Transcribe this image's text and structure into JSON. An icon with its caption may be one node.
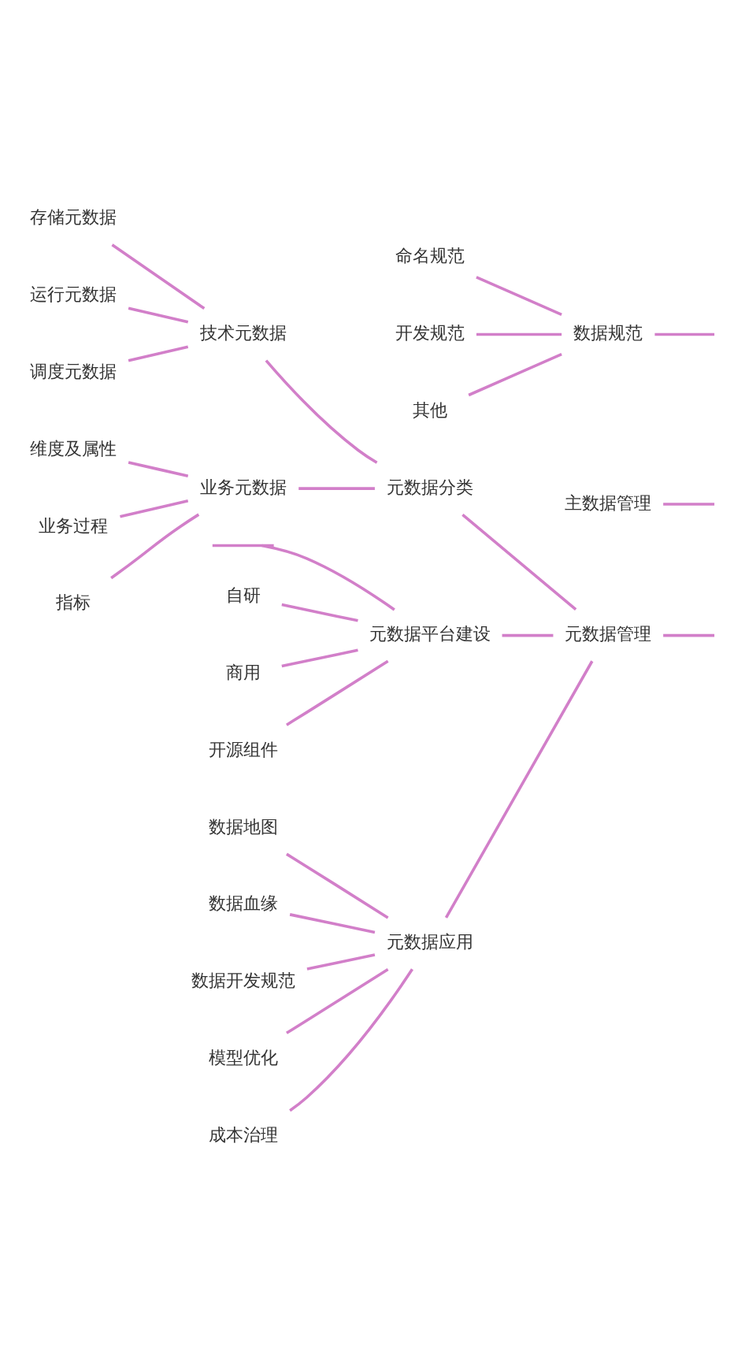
{
  "diagram": {
    "nodes": [
      {
        "text": [
          "存储元数据"
        ]
      },
      {
        "text": [
          "运行元数据"
        ]
      },
      {
        "text": [
          "调度元数据"
        ]
      },
      {
        "text": [
          "技术元数据"
        ]
      },
      {
        "text": [
          "元数据分类"
        ]
      },
      {
        "text": [
          "维度及属性"
        ]
      },
      {
        "text": [
          "业务过程"
        ]
      },
      {
        "text": [
          "指标"
        ]
      },
      {
        "text": [
          "业务元数据"
        ]
      },
      {
        "text": [],
        "shape": "bar"
      },
      {
        "text": [
          "自研"
        ]
      },
      {
        "text": [
          "元数据平台建设"
        ]
      },
      {
        "text": [
          "商用"
        ]
      },
      {
        "text": [
          "开源组件"
        ]
      },
      {
        "text": [
          "元数据管理"
        ]
      },
      {
        "text": [
          "数据地图"
        ]
      },
      {
        "text": [
          "数据血缘"
        ]
      },
      {
        "text": [
          "数据开发规范"
        ]
      },
      {
        "text": [
          "元数据应用"
        ]
      },
      {
        "text": [
          "模型优化"
        ]
      },
      {
        "text": [
          "成本治理"
        ]
      },
      {
        "text": [
          "主数据管理"
        ]
      },
      {
        "text": [
          "命名规范"
        ]
      },
      {
        "text": [
          "开发规范"
        ]
      },
      {
        "text": [
          "数据规范"
        ]
      },
      {
        "text": [
          "其他"
        ]
      }
    ],
    "edges": [
      {
        "from": 14,
        "to": null,
        "arrow": "none"
      },
      {
        "from": 21,
        "to": null,
        "arrow": "none"
      },
      {
        "from": 24,
        "to": null,
        "arrow": "none"
      },
      {
        "from": 14,
        "to": 4,
        "arrow": "none"
      },
      {
        "from": 14,
        "to": 11,
        "arrow": "none"
      },
      {
        "from": 14,
        "to": 18,
        "arrow": "none"
      },
      {
        "from": 4,
        "to": 3,
        "arrow": "none"
      },
      {
        "from": 4,
        "to": 8,
        "arrow": "none"
      },
      {
        "from": 3,
        "to": 0,
        "arrow": "none"
      },
      {
        "from": 3,
        "to": 1,
        "arrow": "none"
      },
      {
        "from": 3,
        "to": 2,
        "arrow": "none"
      },
      {
        "from": 8,
        "to": 5,
        "arrow": "none"
      },
      {
        "from": 8,
        "to": 6,
        "arrow": "none"
      },
      {
        "from": 8,
        "to": 7,
        "arrow": "none"
      },
      {
        "from": 11,
        "to": 9,
        "arrow": "none"
      },
      {
        "from": 11,
        "to": 10,
        "arrow": "none"
      },
      {
        "from": 11,
        "to": 12,
        "arrow": "none"
      },
      {
        "from": 11,
        "to": 13,
        "arrow": "none"
      },
      {
        "from": 18,
        "to": 15,
        "arrow": "none"
      },
      {
        "from": 18,
        "to": 16,
        "arrow": "none"
      },
      {
        "from": 18,
        "to": 17,
        "arrow": "none"
      },
      {
        "from": 18,
        "to": 19,
        "arrow": "none"
      },
      {
        "from": 18,
        "to": 20,
        "arrow": "none"
      },
      {
        "from": 24,
        "to": 22,
        "arrow": "none"
      },
      {
        "from": 24,
        "to": 23,
        "arrow": "none"
      },
      {
        "from": 24,
        "to": 25,
        "arrow": "none"
      }
    ]
  }
}
